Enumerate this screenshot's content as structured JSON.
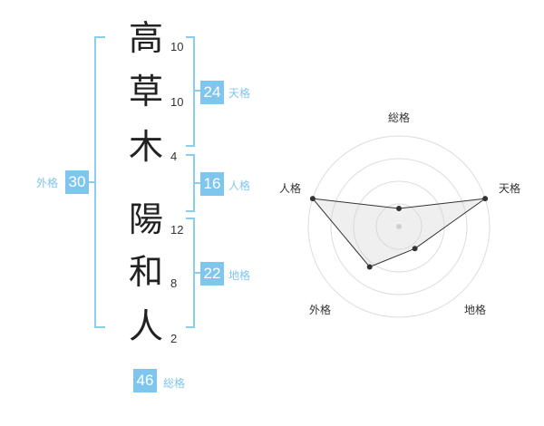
{
  "name": {
    "characters": [
      {
        "char": "高",
        "strokes": "10"
      },
      {
        "char": "草",
        "strokes": "10"
      },
      {
        "char": "木",
        "strokes": "4"
      },
      {
        "char": "陽",
        "strokes": "12"
      },
      {
        "char": "和",
        "strokes": "8"
      },
      {
        "char": "人",
        "strokes": "2"
      }
    ]
  },
  "kakusu": {
    "tenkaku": {
      "value": "24",
      "label": "天格"
    },
    "jinkaku": {
      "value": "16",
      "label": "人格"
    },
    "chikaku": {
      "value": "22",
      "label": "地格"
    },
    "gaikaku": {
      "value": "30",
      "label": "外格"
    },
    "soukaku": {
      "value": "46",
      "label": "総格"
    }
  },
  "colors": {
    "accent": "#7fc6ee",
    "bracket": "#8bcdf2"
  },
  "chart_data": {
    "type": "radar",
    "axes": [
      "総格",
      "天格",
      "地格",
      "外格",
      "人格"
    ],
    "values": [
      0.2,
      1.0,
      0.3,
      0.55,
      1.0
    ],
    "rings": 4
  }
}
